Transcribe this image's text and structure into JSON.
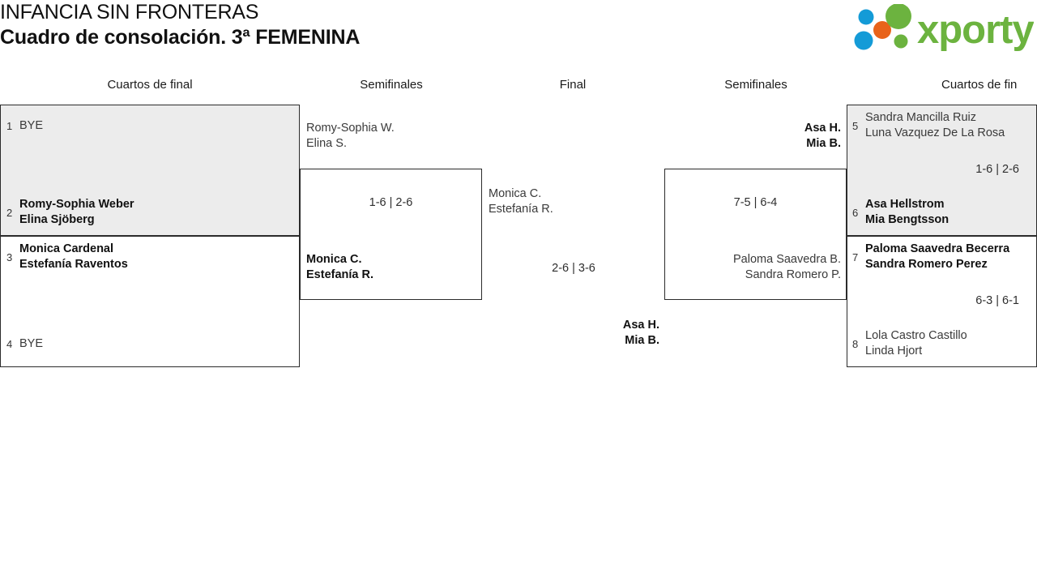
{
  "header": {
    "tournament": "INFANCIA SIN FRONTERAS",
    "subtitle": "Cuadro de consolación. 3ª FEMENINA",
    "logo_text": "xporty",
    "logo_colors": {
      "green": "#6cb33f",
      "blue": "#149bd7",
      "orange": "#e8631a"
    }
  },
  "rounds": [
    {
      "label": "Cuartos de final",
      "side": "left"
    },
    {
      "label": "Semifinales",
      "side": "left"
    },
    {
      "label": "Final",
      "side": "center"
    },
    {
      "label": "Semifinales",
      "side": "right"
    },
    {
      "label": "Cuartos de fin",
      "side": "right"
    }
  ],
  "left_quarterfinals": [
    {
      "top": {
        "seed": "1",
        "line1": "BYE",
        "line2": "",
        "result": "loser"
      },
      "bottom": {
        "seed": "2",
        "line1": "Romy-Sophia Weber",
        "line2": "Elina Sjöberg",
        "result": "winner"
      },
      "score": ""
    },
    {
      "top": {
        "seed": "3",
        "line1": "Monica Cardenal",
        "line2": "Estefanía Raventos",
        "result": "winner"
      },
      "bottom": {
        "seed": "4",
        "line1": "BYE",
        "line2": "",
        "result": "loser"
      },
      "score": ""
    }
  ],
  "left_semifinal": {
    "top": {
      "line1": "Romy-Sophia W.",
      "line2": "Elina S.",
      "result": "loser"
    },
    "bottom": {
      "line1": "Monica C.",
      "line2": "Estefanía R.",
      "result": "winner"
    },
    "score": "1-6 | 2-6"
  },
  "final": {
    "top": {
      "line1": "Monica C.",
      "line2": "Estefanía R.",
      "result": "loser"
    },
    "bottom": {
      "line1": "Asa H.",
      "line2": "Mia B.",
      "result": "winner"
    },
    "score": "2-6 | 3-6"
  },
  "right_semifinal": {
    "top": {
      "line1": "Asa H.",
      "line2": "Mia B.",
      "result": "winner"
    },
    "bottom": {
      "line1": "Paloma Saavedra B.",
      "line2": "Sandra Romero P.",
      "result": "loser"
    },
    "score": "7-5 | 6-4"
  },
  "right_quarterfinals": [
    {
      "top": {
        "seed": "5",
        "line1": "Sandra Mancilla Ruiz",
        "line2": "Luna Vazquez De La Rosa",
        "result": "loser"
      },
      "bottom": {
        "seed": "6",
        "line1": "Asa Hellstrom",
        "line2": "Mia Bengtsson",
        "result": "winner"
      },
      "score": "1-6 | 2-6"
    },
    {
      "top": {
        "seed": "7",
        "line1": "Paloma Saavedra Becerra",
        "line2": "Sandra Romero Perez",
        "result": "winner"
      },
      "bottom": {
        "seed": "8",
        "line1": "Lola Castro Castillo",
        "line2": "Linda Hjort",
        "result": "loser"
      },
      "score": "6-3 | 6-1"
    }
  ]
}
